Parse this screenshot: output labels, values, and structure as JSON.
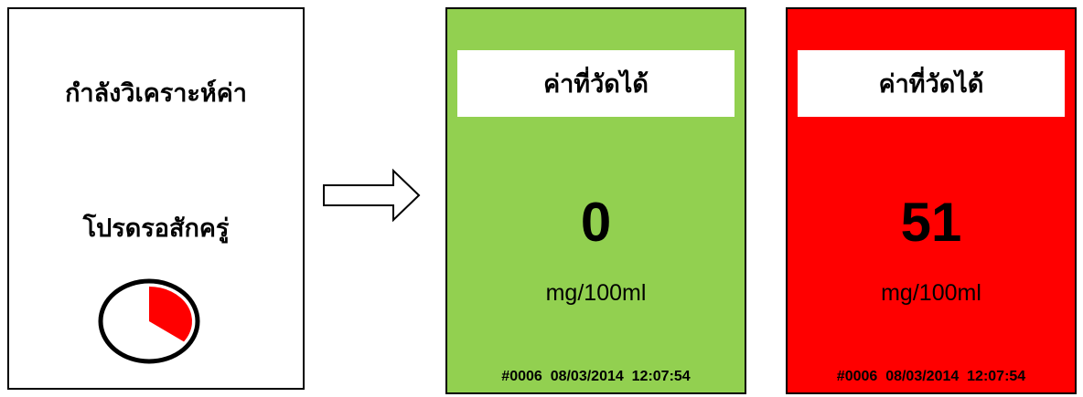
{
  "analyzing_screen": {
    "title": "กำลังวิเคราะห์ค่า",
    "wait_message": "โปรดรอสักครู่",
    "progress_fraction": 0.35,
    "progress_color": "#ff0000"
  },
  "arrow": {
    "icon": "right-arrow-icon"
  },
  "result_normal": {
    "header": "ค่าที่วัดได้",
    "value": "0",
    "unit": "mg/100ml",
    "record_id": "#0006",
    "date": "08/03/2014",
    "time": "12:07:54",
    "background_color": "#92d050"
  },
  "result_alert": {
    "header": "ค่าที่วัดได้",
    "value": "51",
    "unit": "mg/100ml",
    "record_id": "#0006",
    "date": "08/03/2014",
    "time": "12:07:54",
    "background_color": "#ff0000"
  }
}
